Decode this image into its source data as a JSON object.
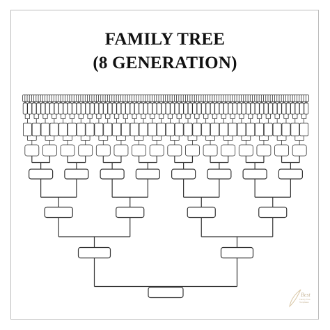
{
  "header": {
    "title_line1": "FAMILY TREE",
    "title_line2": "(8 GENERATION)"
  },
  "tree": {
    "generations": 8,
    "line_color": "#333333",
    "box_fill": "#ffffff"
  },
  "watermark": {
    "brand": "Best",
    "sub": "Family Tree Templates",
    "color": "#c8b79a"
  }
}
